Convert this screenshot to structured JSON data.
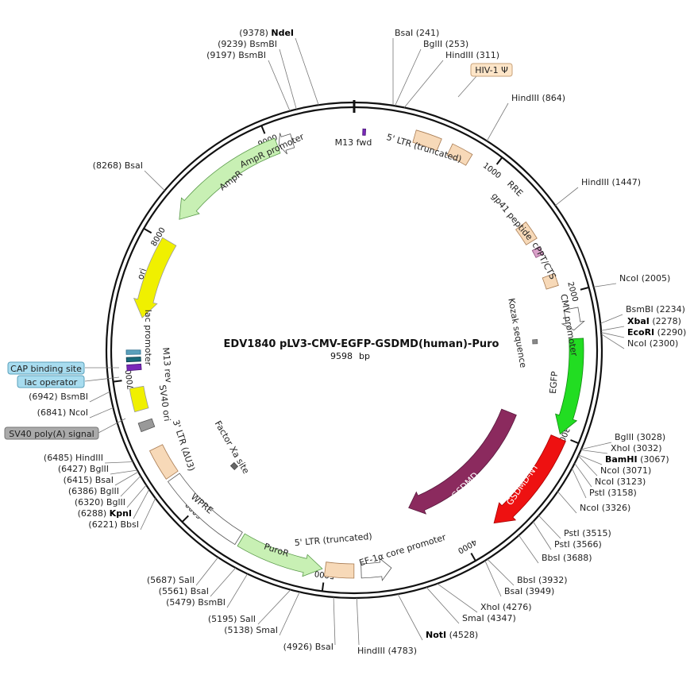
{
  "title": "EDV1840 pLV3-CMV-EGFP-GSDMD(human)-Puro",
  "size_bp": "9598",
  "size_unit": "bp",
  "ticks": [
    "1000",
    "2000",
    "3000",
    "4000",
    "5000",
    "6000",
    "7000",
    "8000",
    "9000"
  ],
  "sites": [
    {
      "name": "NdeI",
      "pos": "(9378)",
      "bold": true
    },
    {
      "name": "BsmBI",
      "pos": "(9239)",
      "bold": false
    },
    {
      "name": "BsmBI",
      "pos": "(9197)",
      "bold": false
    },
    {
      "name": "BsaI",
      "pos": "(241)",
      "bold": false
    },
    {
      "name": "BglII",
      "pos": "(253)",
      "bold": false
    },
    {
      "name": "HindIII",
      "pos": "(311)",
      "bold": false
    },
    {
      "name": "HindIII",
      "pos": "(864)",
      "bold": false
    },
    {
      "name": "HindIII",
      "pos": "(1447)",
      "bold": false
    },
    {
      "name": "NcoI",
      "pos": "(2005)",
      "bold": false
    },
    {
      "name": "BsmBI",
      "pos": "(2234)",
      "bold": false
    },
    {
      "name": "XbaI",
      "pos": "(2278)",
      "bold": true
    },
    {
      "name": "EcoRI",
      "pos": "(2290)",
      "bold": true
    },
    {
      "name": "NcoI",
      "pos": "(2300)",
      "bold": false
    },
    {
      "name": "BglII",
      "pos": "(3028)",
      "bold": false
    },
    {
      "name": "XhoI",
      "pos": "(3032)",
      "bold": false
    },
    {
      "name": "BamHI",
      "pos": "(3067)",
      "bold": true
    },
    {
      "name": "NcoI",
      "pos": "(3071)",
      "bold": false
    },
    {
      "name": "NcoI",
      "pos": "(3123)",
      "bold": false
    },
    {
      "name": "PstI",
      "pos": "(3158)",
      "bold": false
    },
    {
      "name": "NcoI",
      "pos": "(3326)",
      "bold": false
    },
    {
      "name": "PstI",
      "pos": "(3515)",
      "bold": false
    },
    {
      "name": "PstI",
      "pos": "(3566)",
      "bold": false
    },
    {
      "name": "BbsI",
      "pos": "(3688)",
      "bold": false
    },
    {
      "name": "BbsI",
      "pos": "(3932)",
      "bold": false
    },
    {
      "name": "BsaI",
      "pos": "(3949)",
      "bold": false
    },
    {
      "name": "XhoI",
      "pos": "(4276)",
      "bold": false
    },
    {
      "name": "SmaI",
      "pos": "(4347)",
      "bold": false
    },
    {
      "name": "NotI",
      "pos": "(4528)",
      "bold": true
    },
    {
      "name": "HindIII",
      "pos": "(4783)",
      "bold": false
    },
    {
      "name": "BsaI",
      "pos": "(4926)",
      "bold": false
    },
    {
      "name": "SalI",
      "pos": "(5195)",
      "bold": false
    },
    {
      "name": "SmaI",
      "pos": "(5138)",
      "bold": false
    },
    {
      "name": "BsmBI",
      "pos": "(5479)",
      "bold": false
    },
    {
      "name": "BsaI",
      "pos": "(5561)",
      "bold": false
    },
    {
      "name": "SalI",
      "pos": "(5687)",
      "bold": false
    },
    {
      "name": "HindIII",
      "pos": "(6485)",
      "bold": false
    },
    {
      "name": "BglII",
      "pos": "(6427)",
      "bold": false
    },
    {
      "name": "BsaI",
      "pos": "(6415)",
      "bold": false
    },
    {
      "name": "BglII",
      "pos": "(6386)",
      "bold": false
    },
    {
      "name": "BglII",
      "pos": "(6320)",
      "bold": false
    },
    {
      "name": "KpnI",
      "pos": "(6288)",
      "bold": true
    },
    {
      "name": "BbsI",
      "pos": "(6221)",
      "bold": false
    },
    {
      "name": "BsmBI",
      "pos": "(6942)",
      "bold": false
    },
    {
      "name": "NcoI",
      "pos": "(6841)",
      "bold": false
    },
    {
      "name": "BsaI",
      "pos": "(8268)",
      "bold": false
    }
  ],
  "features": {
    "m13_fwd": "M13 fwd",
    "ltr5": "5' LTR (truncated)",
    "hiv": "HIV-1 Ψ",
    "rre": "RRE",
    "gp41": "gp41 peptide",
    "cppt": "cPPT/CTS",
    "cmv": "CMV promoter",
    "kozak": "Kozak sequence",
    "egfp": "EGFP",
    "gsdmd_nt": "GSDMD-NT",
    "gsdmd": "GSDMD",
    "ef1a": "EF-1α core promoter",
    "ltr5b": "5' LTR (truncated)",
    "puror": "PuroR",
    "wpre": "WPRE",
    "ltr3": "3' LTR (ΔU3)",
    "factorxa": "Factor Xa site",
    "sv40ori": "SV40 ori",
    "m13rev": "M13 rev",
    "lacprom": "lac promoter",
    "ori": "ori",
    "ampr": "AmpR",
    "amprprom": "AmpR promoter",
    "cap": "CAP binding site",
    "lacop": "lac operator",
    "sv40pa": "SV40 poly(A) signal"
  },
  "colors": {
    "backbone": "#111111",
    "ltr": "#f7d9b8",
    "ampr": "#c8f0b4",
    "ori": "#f0f000",
    "egfp": "#22dd22",
    "gsdmd": "#8b2a5e",
    "gsdmdnt": "#ee1111",
    "puror": "#c8f0b4",
    "sv40pa": "#999999",
    "hiv_box": "#fde5c8",
    "cap_box": "#a8dcef",
    "sv40_box": "#aaaaaa"
  }
}
